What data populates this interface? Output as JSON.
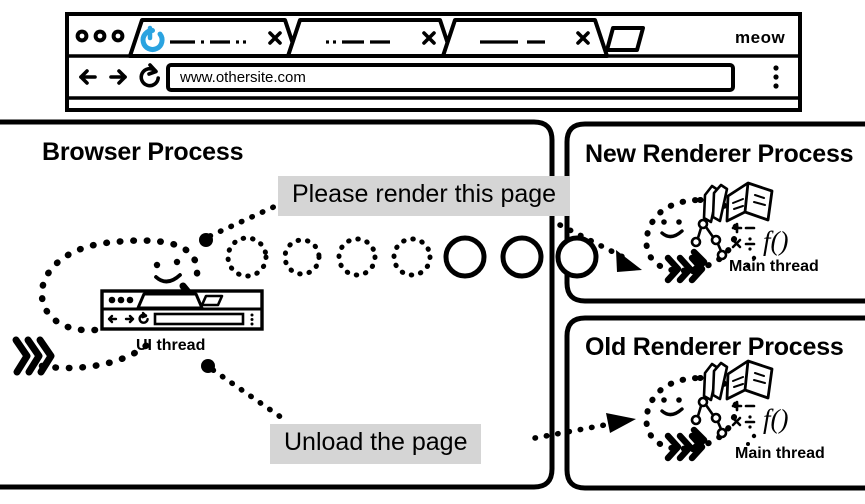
{
  "diagram": {
    "title_browser_process": "Browser Process",
    "title_new_renderer": "New Renderer Process",
    "title_old_renderer": "Old Renderer Process",
    "label_ui_thread": "UI thread",
    "label_main_thread_new": "Main thread",
    "label_main_thread_old": "Main thread",
    "bubble_render": "Please render this page",
    "bubble_unload": "Unload the page"
  },
  "browser_window": {
    "url": "www.othersite.com",
    "brand": "meow",
    "back_icon": "back-arrow-icon",
    "forward_icon": "forward-arrow-icon",
    "reload_icon": "reload-icon",
    "menu_icon": "kebab-menu-icon",
    "newtab_icon": "new-tab-icon",
    "spinner_icon": "loading-spinner-icon",
    "window_dots": 3,
    "tabs": [
      {
        "name": "tab-active",
        "close_icon": "close-icon",
        "active": true
      },
      {
        "name": "tab-second",
        "close_icon": "close-icon",
        "active": false
      },
      {
        "name": "tab-third",
        "close_icon": "close-icon",
        "active": false
      }
    ]
  },
  "ipc_chain": {
    "dotted_circles": 4,
    "solid_circles": 3
  },
  "icons": {
    "ui_thread_icon": "mini-browser-window-icon",
    "smiley_icon": "smiley-face-icon",
    "books_icon": "books-icon",
    "dom_tree_icon": "dom-tree-icon",
    "math_icon": "math-symbols-icon",
    "function_icon": "function-f-icon",
    "chevrons_icon": "chevron-arrows-icon"
  },
  "colors": {
    "ink": "#000000",
    "bubble_bg": "#d5d5d5",
    "spinner_blue": "#2aa3e0",
    "page_bg": "#ffffff"
  }
}
